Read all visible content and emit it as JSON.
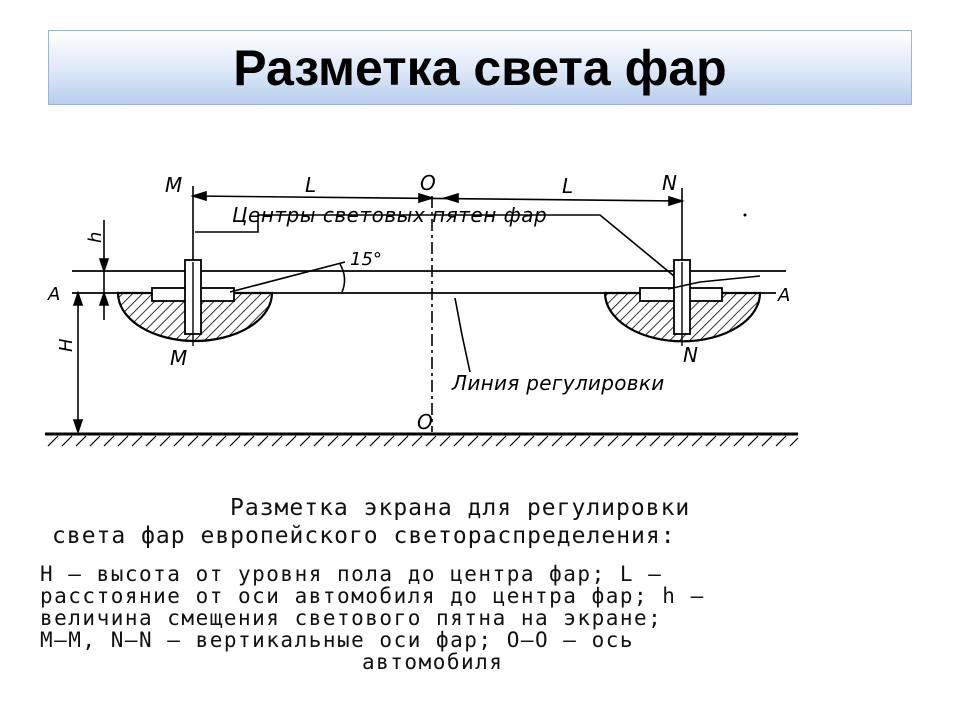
{
  "title": "Разметка света фар",
  "diagram": {
    "label_M_top": "M",
    "label_L_left": "L",
    "label_O_top": "O",
    "label_L_right": "L",
    "label_N_top": "N",
    "label_centers": "Центры световых пятен фар",
    "label_h": "h",
    "label_angle": "15°",
    "label_A_left": "A",
    "label_A_right": "A",
    "label_H": "H",
    "label_M_bottom": "M",
    "label_N_bottom": "N",
    "label_adjust_line": "Линия регулировки",
    "label_O_bottom": "O"
  },
  "caption": {
    "line1": "Разметка экрана для регулировки",
    "line2": "света фар европейского светораспределения:",
    "line3": "H — высота от уровня пола до центра фар; L —",
    "line4": "расстояние от оси автомобиля до центра фар; h —",
    "line5": "величина смещения светового пятна на экране;",
    "line6": "M—M, N—N — вертикальные оси фар; O—O — ось",
    "line7": "автомобиля"
  }
}
